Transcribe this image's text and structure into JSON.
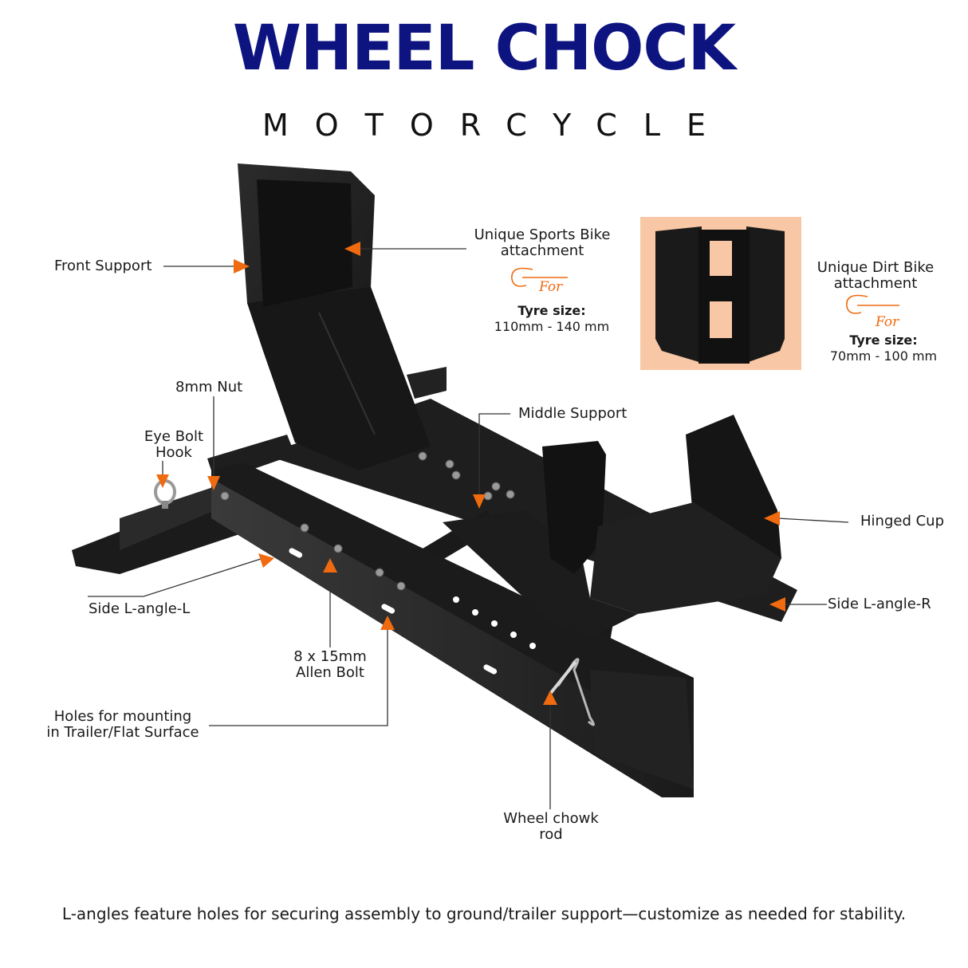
{
  "header": {
    "title": "WHEEL CHOCK",
    "subtitle": "MOTORCYCLE"
  },
  "callouts": {
    "front_support": "Front Support",
    "sports_attachment_line1": "Unique Sports Bike",
    "sports_attachment_line2": "attachment",
    "sports_for": "For",
    "sports_tyre_title": "Tyre size:",
    "sports_tyre_value": "110mm - 140 mm",
    "dirt_attachment_line1": "Unique Dirt Bike",
    "dirt_attachment_line2": "attachment",
    "dirt_for": "For",
    "dirt_tyre_title": "Tyre size:",
    "dirt_tyre_value": "70mm - 100 mm",
    "nut": "8mm Nut",
    "eye_bolt_line1": "Eye Bolt",
    "eye_bolt_line2": "Hook",
    "middle_support": "Middle Support",
    "hinged_cup": "Hinged Cup",
    "side_l_angle_l": "Side L-angle-L",
    "side_l_angle_r": "Side L-angle-R",
    "allen_bolt_line1": "8 x 15mm",
    "allen_bolt_line2": "Allen Bolt",
    "holes_line1": "Holes for mounting",
    "holes_line2": "in Trailer/Flat Surface",
    "rod_line1": "Wheel chowk",
    "rod_line2": "rod"
  },
  "footer": {
    "note": "L-angles feature holes for securing assembly to ground/trailer support—customize as needed for stability."
  },
  "colors": {
    "title": "#0d1480",
    "arrow": "#f06a10",
    "metal": "#1c1c1c",
    "inset_bg": "#f8c7a5"
  }
}
